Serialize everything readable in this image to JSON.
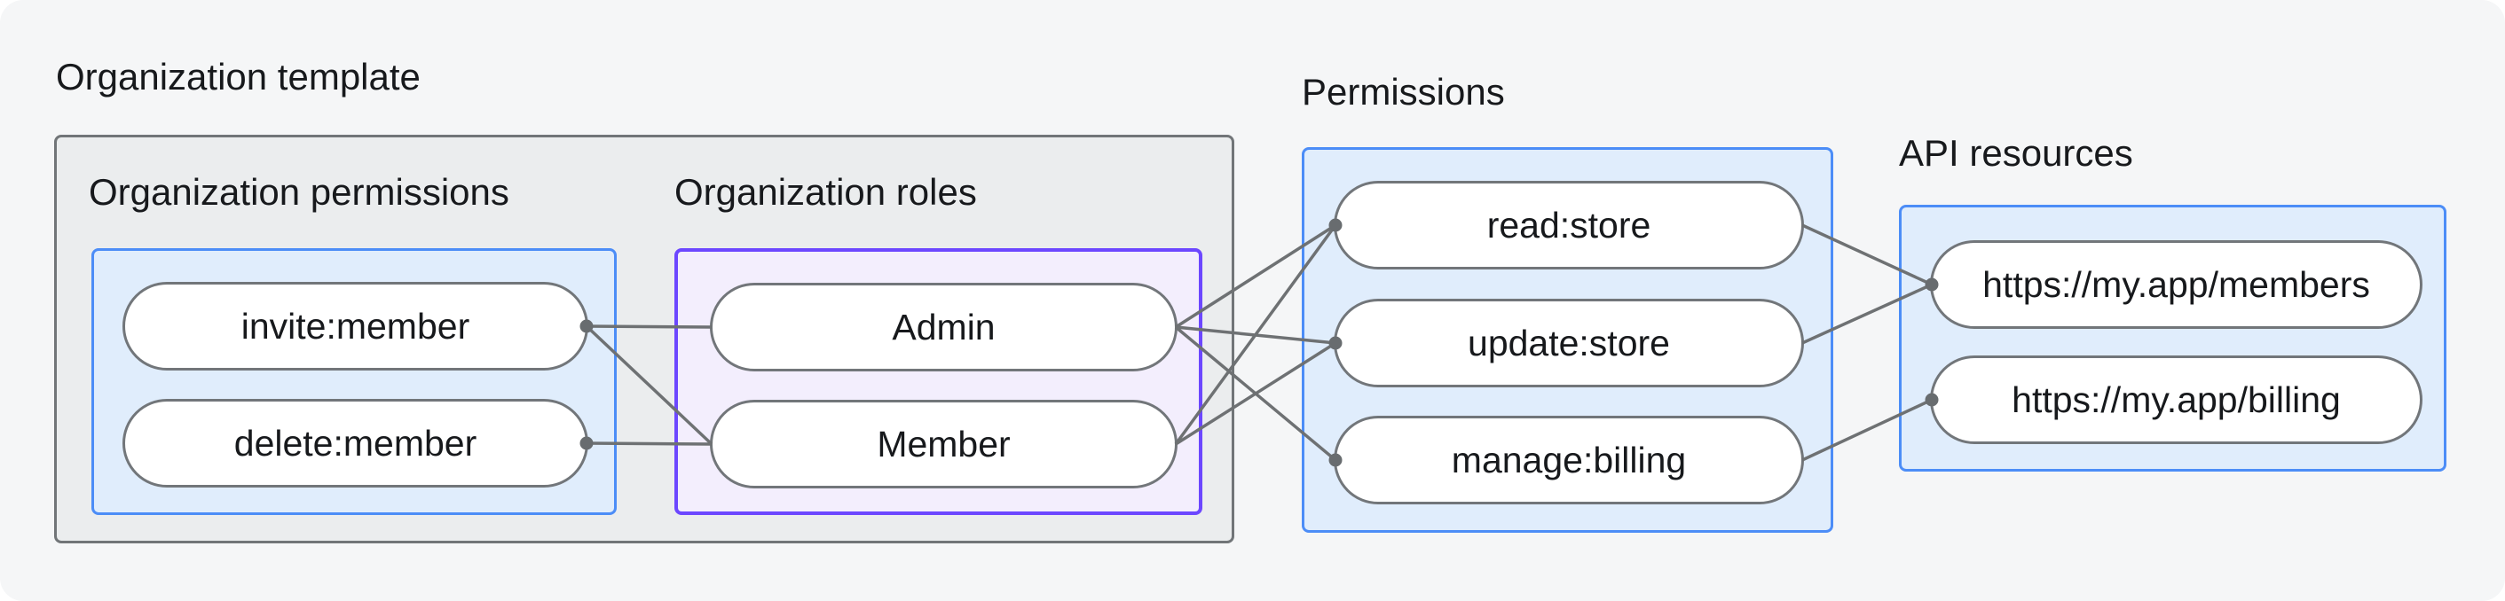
{
  "colors": {
    "page_bg": "#f5f6f7",
    "outer_box_bg": "#ebedee",
    "outer_box_border": "#717578",
    "blue_box_bg": "#e0edfc",
    "blue_box_border": "#4c8df7",
    "purple_box_bg": "#f3eefd",
    "purple_box_border": "#6c47ff",
    "pill_bg": "#ffffff",
    "pill_border": "#72767a",
    "edge_line": "#6e7173",
    "edge_dot": "#686c6f",
    "text": "#17191c"
  },
  "org_template": {
    "title": "Organization template",
    "permissions_group": {
      "title": "Organization permissions",
      "nodes": [
        {
          "id": "invite-member",
          "label": "invite:member"
        },
        {
          "id": "delete-member",
          "label": "delete:member"
        }
      ]
    },
    "roles_group": {
      "title": "Organization roles",
      "nodes": [
        {
          "id": "admin",
          "label": "Admin"
        },
        {
          "id": "member",
          "label": "Member"
        }
      ]
    }
  },
  "permissions_group": {
    "title": "Permissions",
    "nodes": [
      {
        "id": "read-store",
        "label": "read:store"
      },
      {
        "id": "update-store",
        "label": "update:store"
      },
      {
        "id": "manage-billing",
        "label": "manage:billing"
      }
    ]
  },
  "api_resources_group": {
    "title": "API resources",
    "nodes": [
      {
        "id": "members-api",
        "label": "https://my.app/members"
      },
      {
        "id": "billing-api",
        "label": "https://my.app/billing"
      }
    ]
  },
  "edges": [
    {
      "from": "invite-member",
      "to": "admin"
    },
    {
      "from": "invite-member",
      "to": "member"
    },
    {
      "from": "delete-member",
      "to": "member"
    },
    {
      "from": "admin",
      "to": "read-store"
    },
    {
      "from": "admin",
      "to": "update-store"
    },
    {
      "from": "admin",
      "to": "manage-billing"
    },
    {
      "from": "member",
      "to": "read-store"
    },
    {
      "from": "member",
      "to": "update-store"
    },
    {
      "from": "read-store",
      "to": "members-api"
    },
    {
      "from": "update-store",
      "to": "members-api"
    },
    {
      "from": "manage-billing",
      "to": "billing-api"
    }
  ],
  "dots": [
    {
      "node": "invite-member",
      "side": "right"
    },
    {
      "node": "delete-member",
      "side": "right"
    },
    {
      "node": "read-store",
      "side": "left"
    },
    {
      "node": "update-store",
      "side": "left"
    },
    {
      "node": "manage-billing",
      "side": "left"
    },
    {
      "node": "members-api",
      "side": "left"
    },
    {
      "node": "billing-api",
      "side": "left"
    }
  ]
}
